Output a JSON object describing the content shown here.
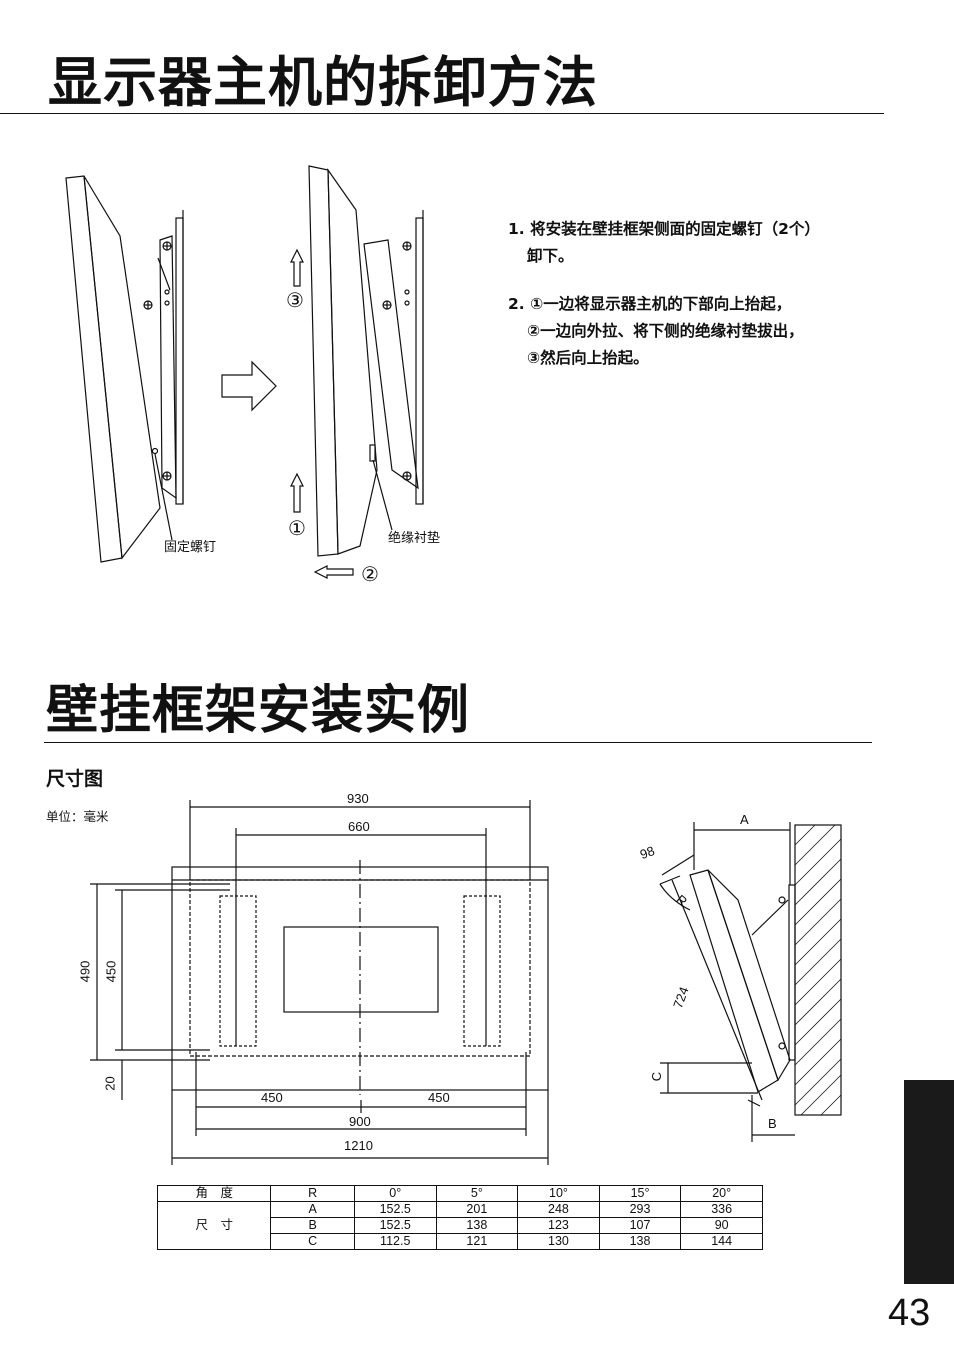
{
  "section1": {
    "title": "显示器主机的拆卸方法",
    "steps": {
      "s1_line1": "1. 将安装在壁挂框架侧面的固定螺钉（2个）",
      "s1_line2": "卸下。",
      "s2_line1": "2. ①一边将显示器主机的下部向上抬起，",
      "s2_line2": "②一边向外拉、将下侧的绝缘衬垫拔出，",
      "s2_line3": "③然后向上抬起。"
    },
    "figure_labels": {
      "screw": "固定螺钉",
      "spacer": "绝缘衬垫",
      "mark1": "①",
      "mark2": "②",
      "mark3": "③"
    }
  },
  "section2": {
    "title": "壁挂框架安装实例",
    "subhead": "尺寸图",
    "unit": "单位：毫米",
    "front_dims": {
      "w930": "930",
      "w660": "660",
      "h490": "490",
      "h450": "450",
      "h20": "20",
      "w450a": "450",
      "w450b": "450",
      "w900": "900",
      "w1210": "1210"
    },
    "side_dims": {
      "A": "A",
      "d98": "98",
      "R": "R",
      "d724": "724",
      "C": "C",
      "B": "B"
    }
  },
  "table": {
    "header": [
      "角　度",
      "R",
      "0°",
      "5°",
      "10°",
      "15°",
      "20°"
    ],
    "group_label": "尺　寸",
    "rows": [
      [
        "A",
        "152.5",
        "201",
        "248",
        "293",
        "336"
      ],
      [
        "B",
        "152.5",
        "138",
        "123",
        "107",
        "90"
      ],
      [
        "C",
        "112.5",
        "121",
        "130",
        "138",
        "144"
      ]
    ]
  },
  "page_number": "43",
  "colors": {
    "ink": "#111111",
    "tab": "#1a1a1a"
  }
}
